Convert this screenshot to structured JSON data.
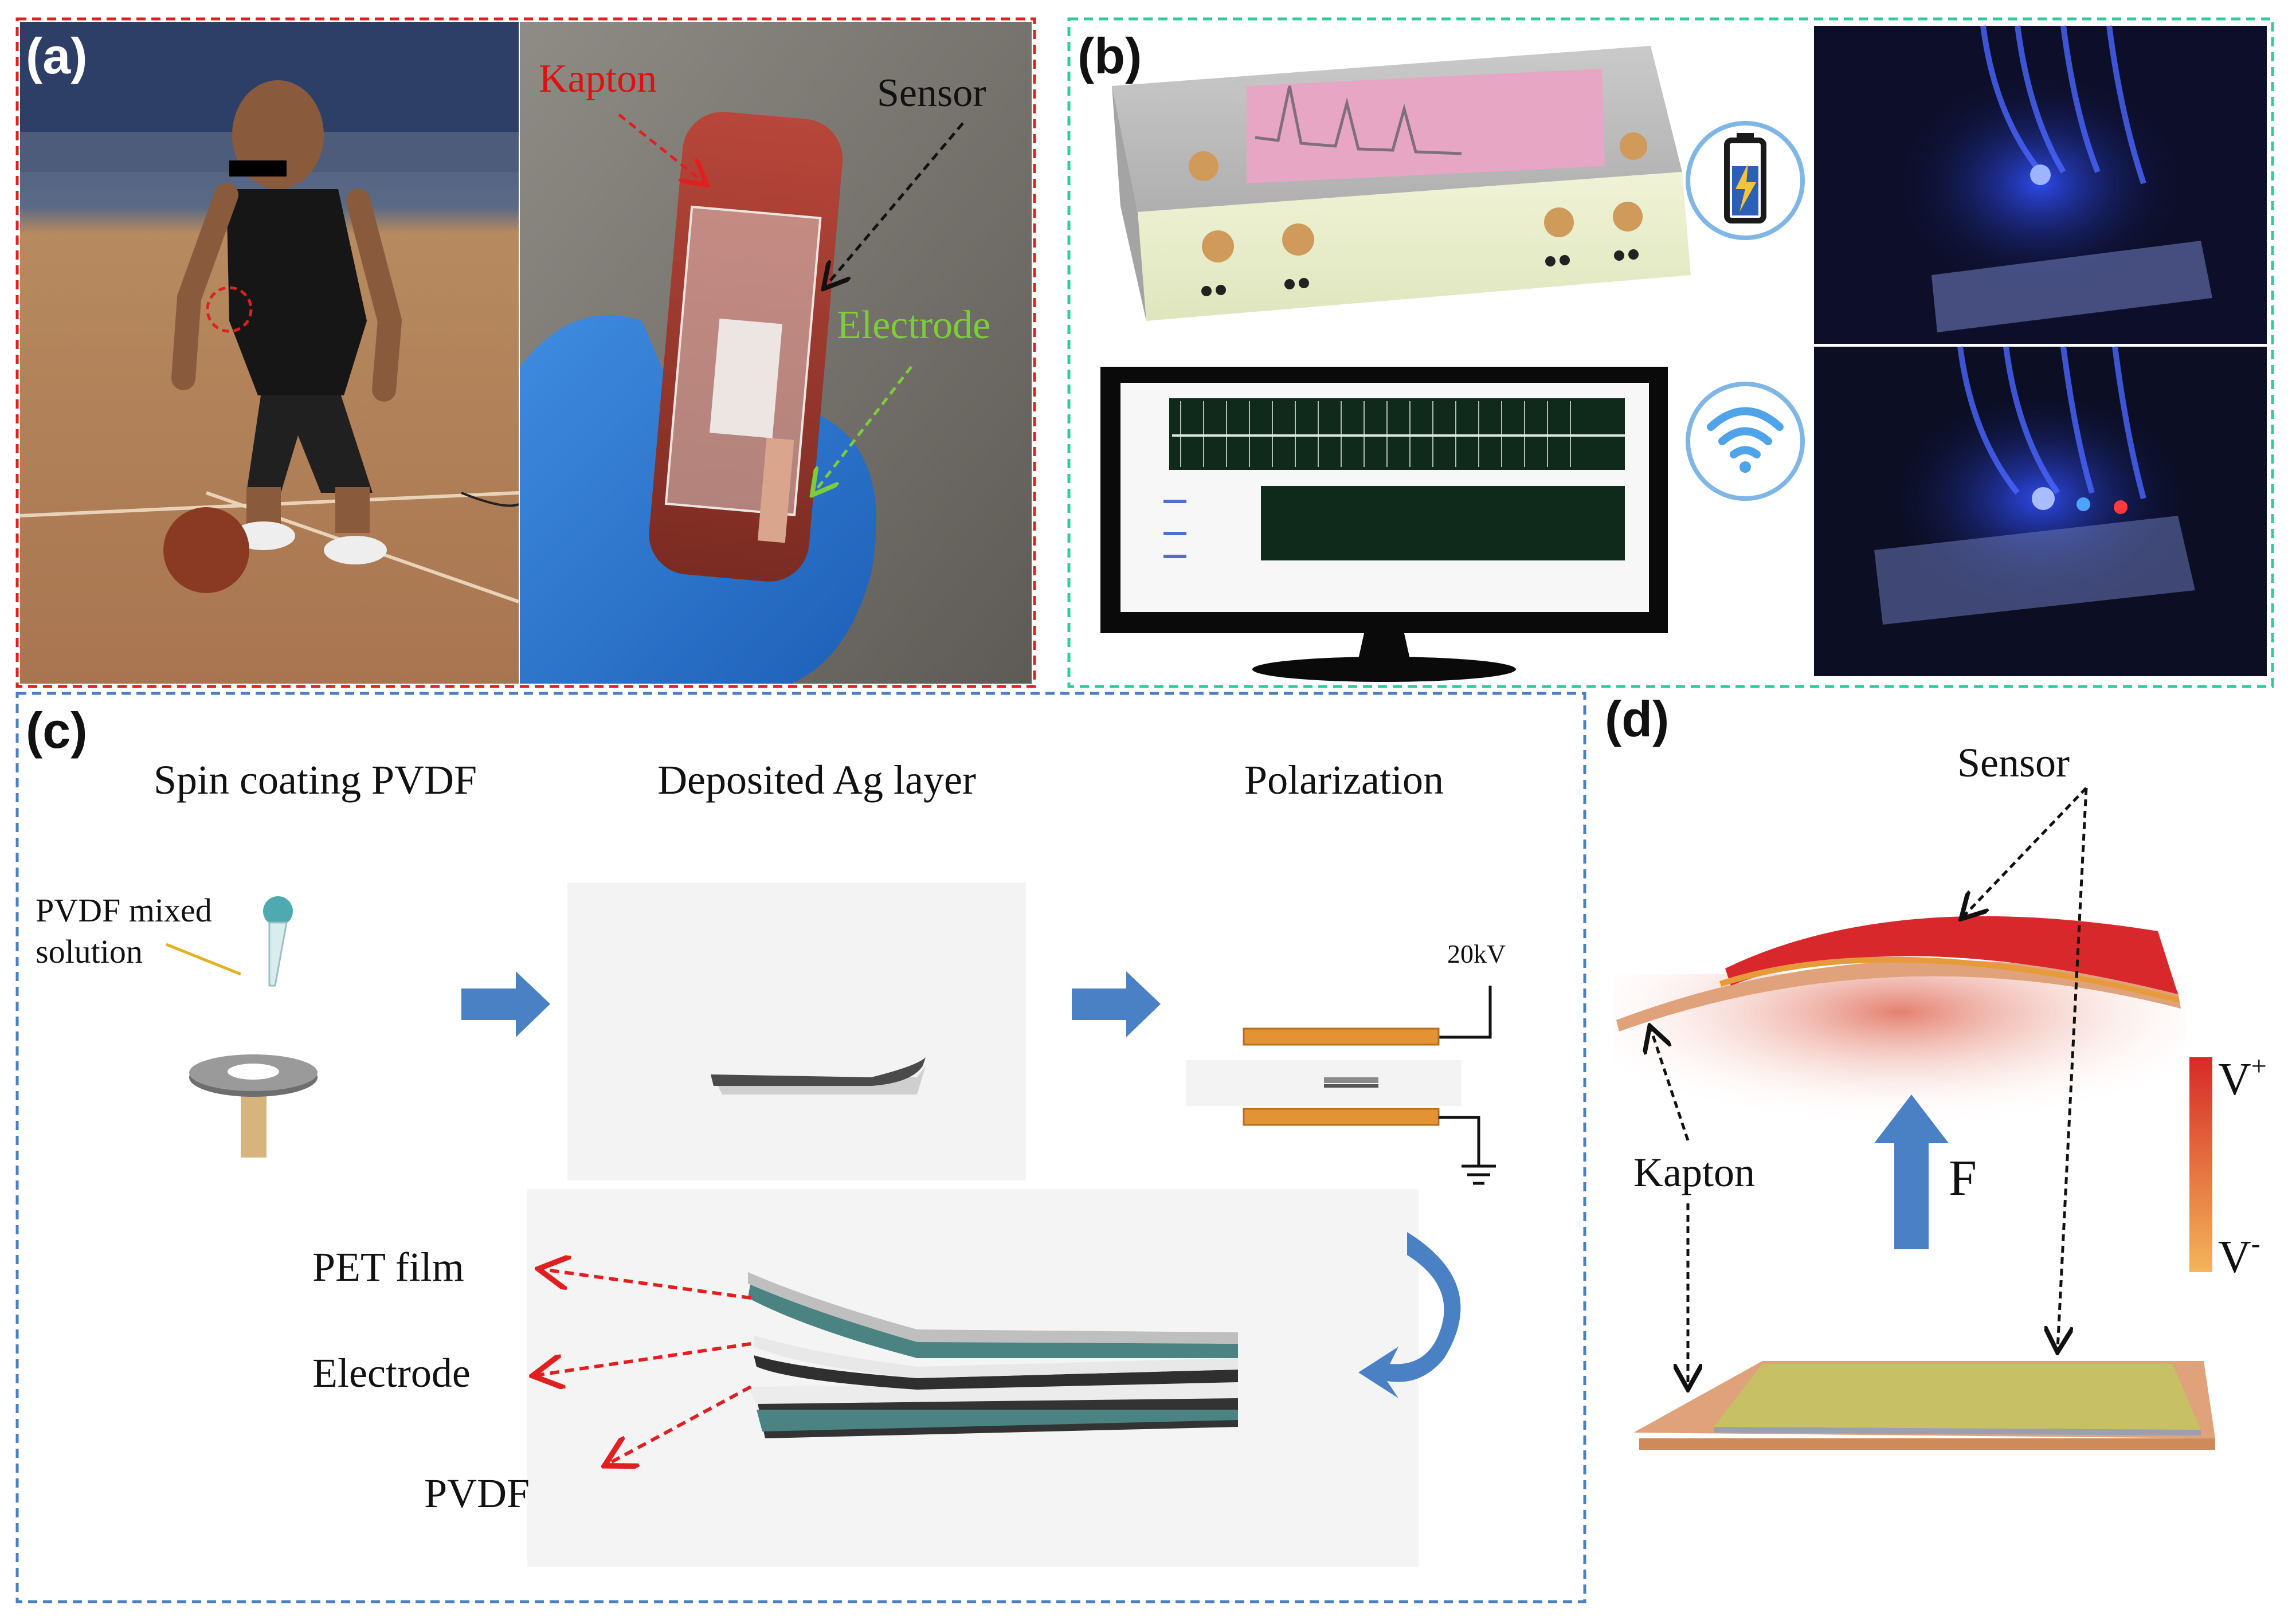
{
  "panel_a": {
    "letter": "(a)",
    "labels": {
      "kapton": "Kapton",
      "sensor": "Sensor",
      "electrode": "Electrode"
    }
  },
  "panel_b": {
    "letter": "(b)"
  },
  "panel_c": {
    "letter": "(c)",
    "steps": [
      "Spin coating PVDF",
      "Deposited Ag layer",
      "Polarization"
    ],
    "solution_label_1": "PVDF mixed",
    "solution_label_2": "solution",
    "voltage": "20kV",
    "layers": [
      "PET film",
      "Electrode",
      "PVDF"
    ]
  },
  "panel_d": {
    "letter": "(d)",
    "sensor": "Sensor",
    "kapton": "Kapton",
    "force": "F",
    "v_plus": "V",
    "v_plus_sup": "+",
    "v_minus": "V",
    "v_minus_sup": "-"
  },
  "colors": {
    "panel_a_border": "#e02020",
    "panel_b_border": "#2ecc9a",
    "panel_c_border": "#4a7fc0",
    "arrow_blue": "#4a80c4",
    "kapton_label": "#e01010",
    "electrode_label": "#7ccd3a",
    "sensor_red": "#d9282c",
    "sensor_yellow": "#c8c064",
    "kapton_tan": "#e0a27a",
    "dash_red": "#e02020"
  }
}
